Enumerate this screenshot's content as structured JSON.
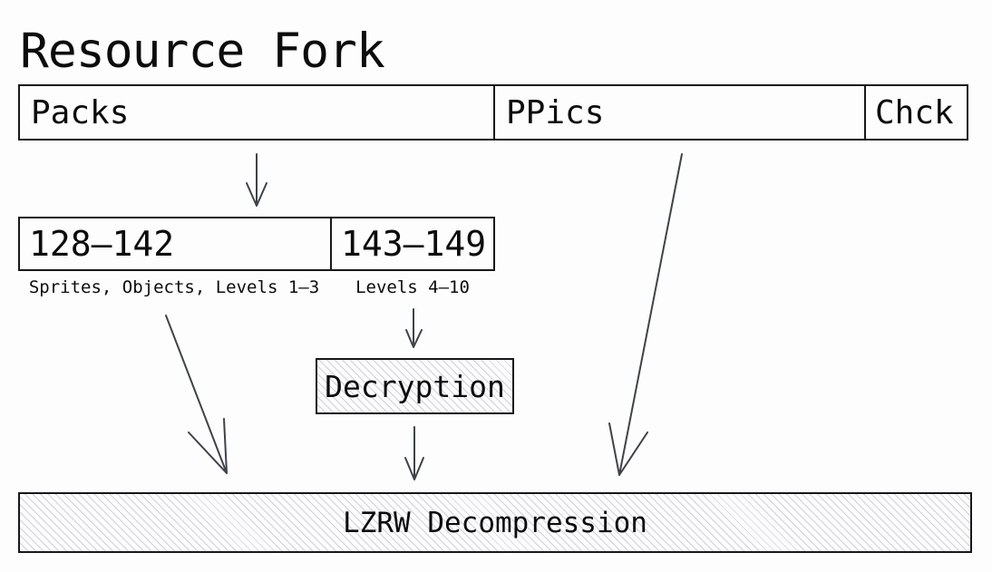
{
  "title": "Resource Fork",
  "resource_types": [
    {
      "label": "Packs"
    },
    {
      "label": "PPics"
    },
    {
      "label": "Chck"
    }
  ],
  "pack_ranges": [
    {
      "label": "128–142",
      "caption": "Sprites, Objects, Levels 1–3"
    },
    {
      "label": "143–149",
      "caption": "Levels 4–10"
    }
  ],
  "process_nodes": {
    "decryption": "Decryption",
    "lzrw": "LZRW Decompression"
  },
  "colors": {
    "background": "#fdfdfd",
    "box_border": "#18181a",
    "arrow": "#3e434a",
    "hatch_line": "#ced1da",
    "text": "#0c0c0c"
  }
}
